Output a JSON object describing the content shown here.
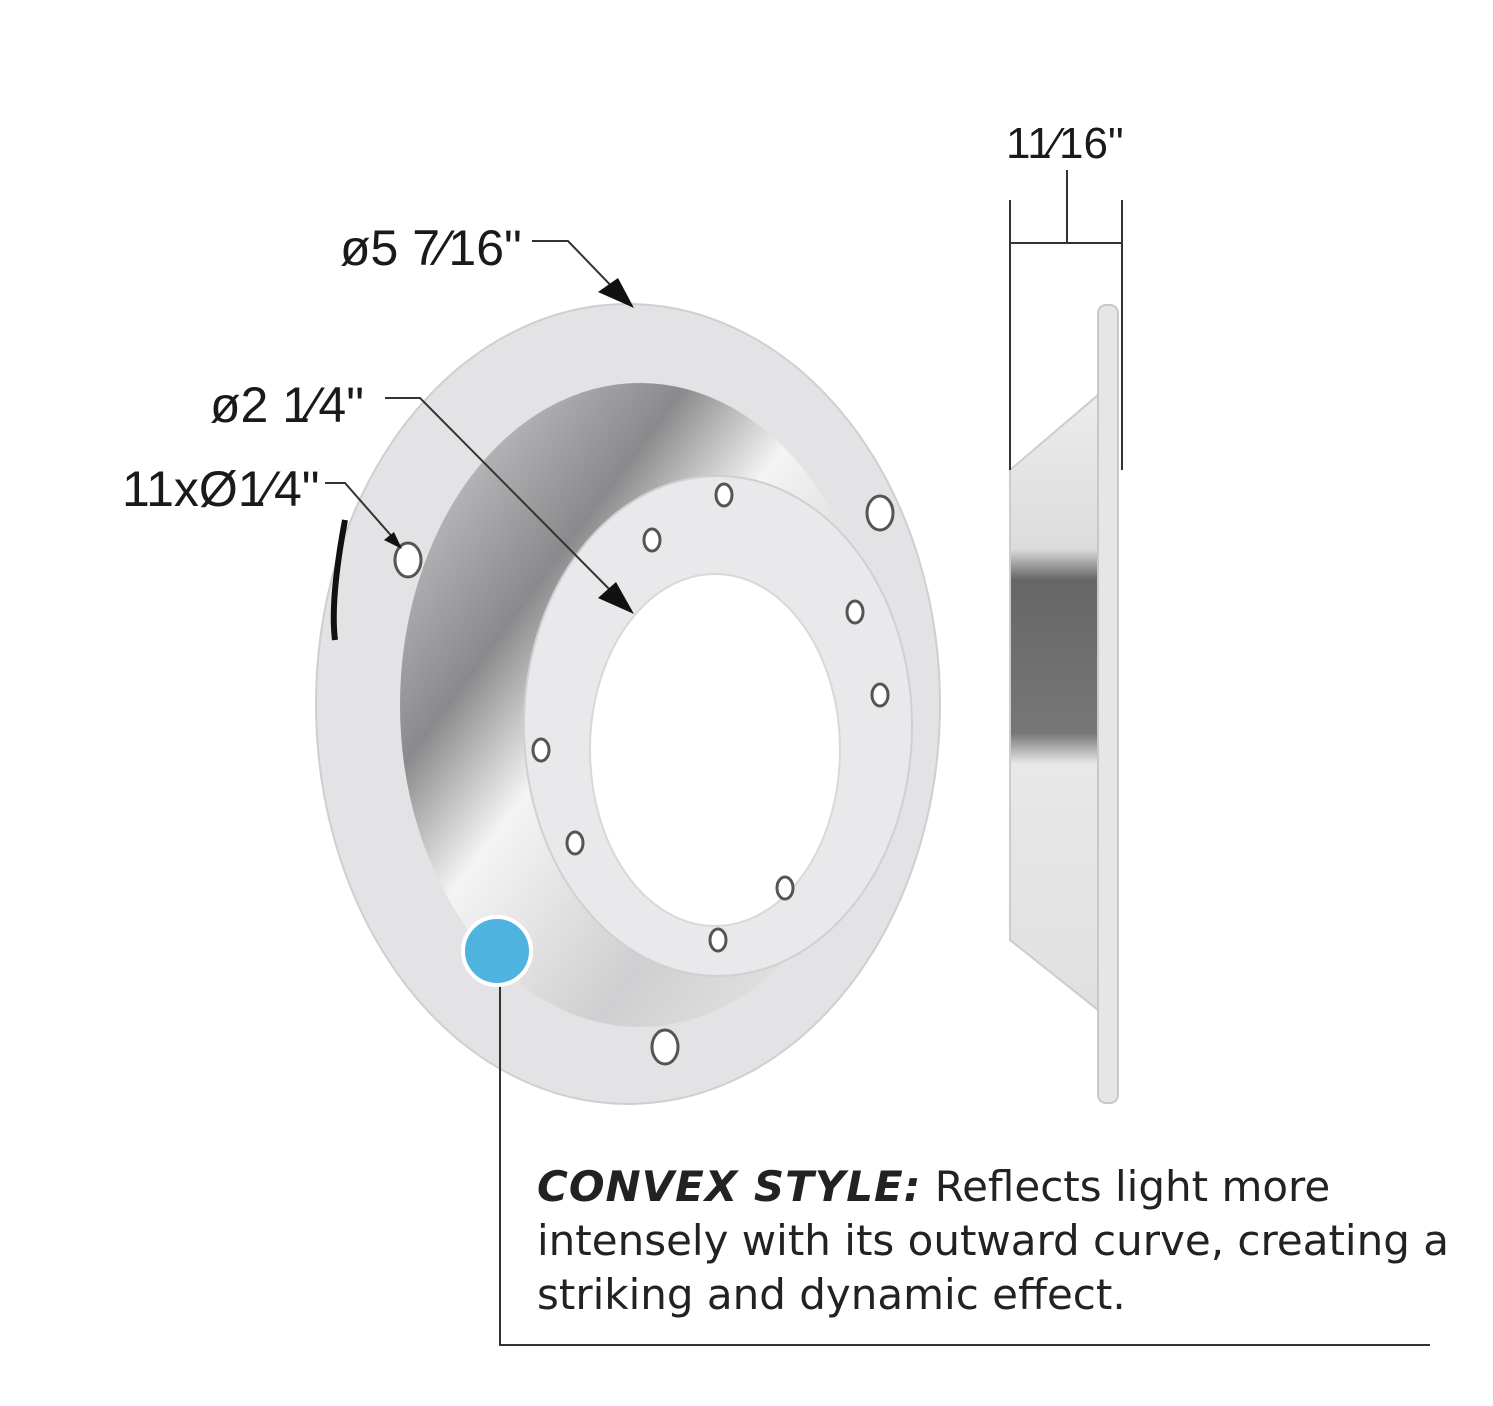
{
  "dimensions": {
    "outer_diameter": "ø5 7⁄16\"",
    "inner_diameter": "ø2 1⁄4\"",
    "holes": "11xØ1⁄4\"",
    "depth": "11⁄16\""
  },
  "description": {
    "style_label": "CONVEX STYLE:",
    "text": " Reflects light more intensely with its outward curve, creating a striking and dynamic effect."
  },
  "colors": {
    "marker": "#4fb3e0",
    "metal": "#e2e2e4"
  }
}
